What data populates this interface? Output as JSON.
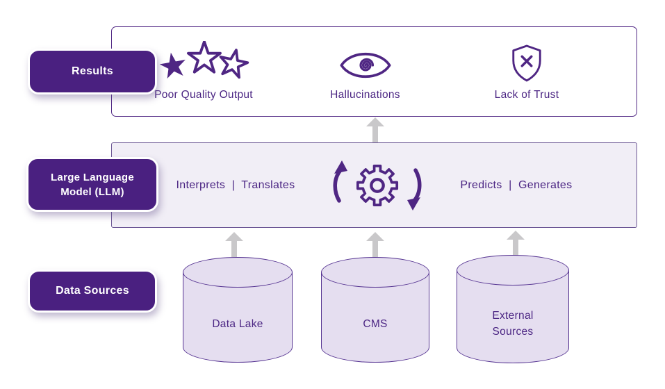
{
  "colors": {
    "accent_purple": "#4f2683",
    "pill_purple": "#4a2080",
    "llm_box_fill": "#f1eef6",
    "cylinder_fill": "#e5def0",
    "arrow_gray": "#c9c8ca"
  },
  "results": {
    "label": "Results",
    "items": [
      {
        "icon": "three-stars-icon",
        "label": "Poor Quality Output"
      },
      {
        "icon": "eye-spiral-icon",
        "label": "Hallucinations"
      },
      {
        "icon": "shield-x-icon",
        "label": "Lack of Trust"
      }
    ]
  },
  "llm": {
    "label": "Large Language Model (LLM)",
    "left_text": "Interprets  |  Translates",
    "right_text": "Predicts  |  Generates"
  },
  "data_sources": {
    "label": "Data Sources",
    "cylinders": [
      {
        "label": "Data Lake"
      },
      {
        "label": "CMS"
      },
      {
        "label": "External Sources"
      }
    ]
  }
}
